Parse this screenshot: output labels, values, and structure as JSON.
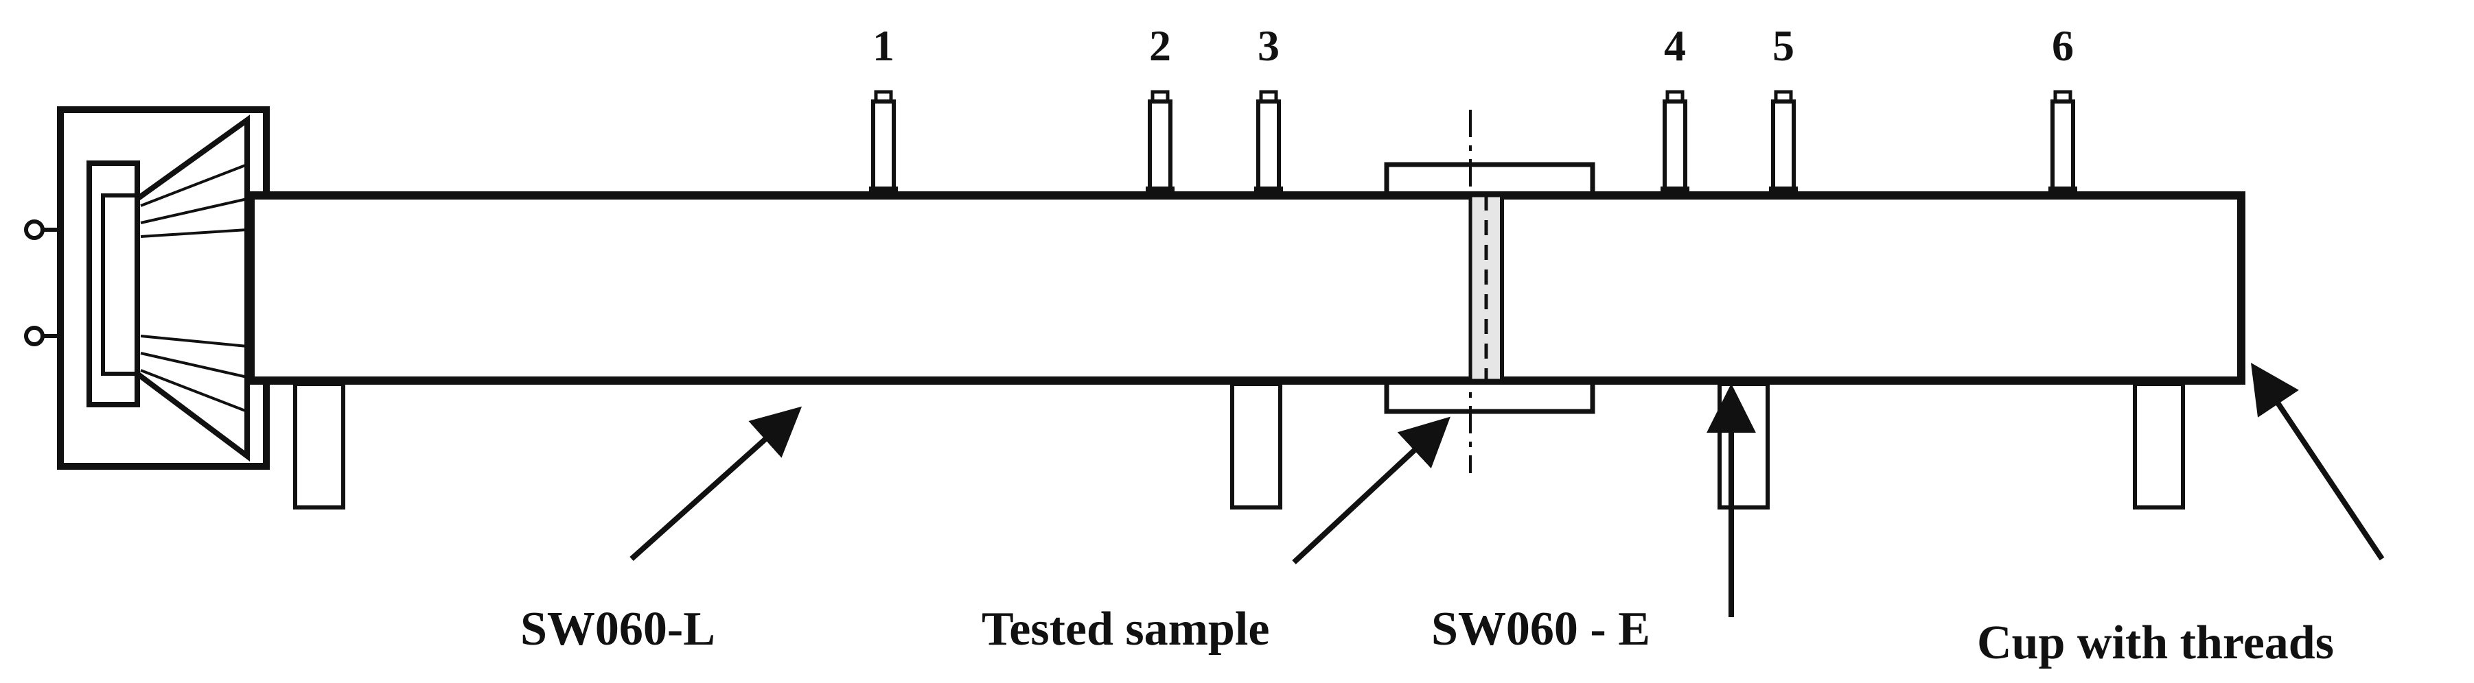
{
  "microphones": [
    {
      "number": "1"
    },
    {
      "number": "2"
    },
    {
      "number": "3"
    },
    {
      "number": "4"
    },
    {
      "number": "5"
    },
    {
      "number": "6"
    }
  ],
  "labels": {
    "left_tube": "SW060-L",
    "sample": "Tested sample",
    "right_tube": "SW060 - E",
    "cup": "Cup with threads"
  },
  "colors": {
    "line": "#111111",
    "fill": "#ffffff",
    "shade": "#dddddd"
  }
}
